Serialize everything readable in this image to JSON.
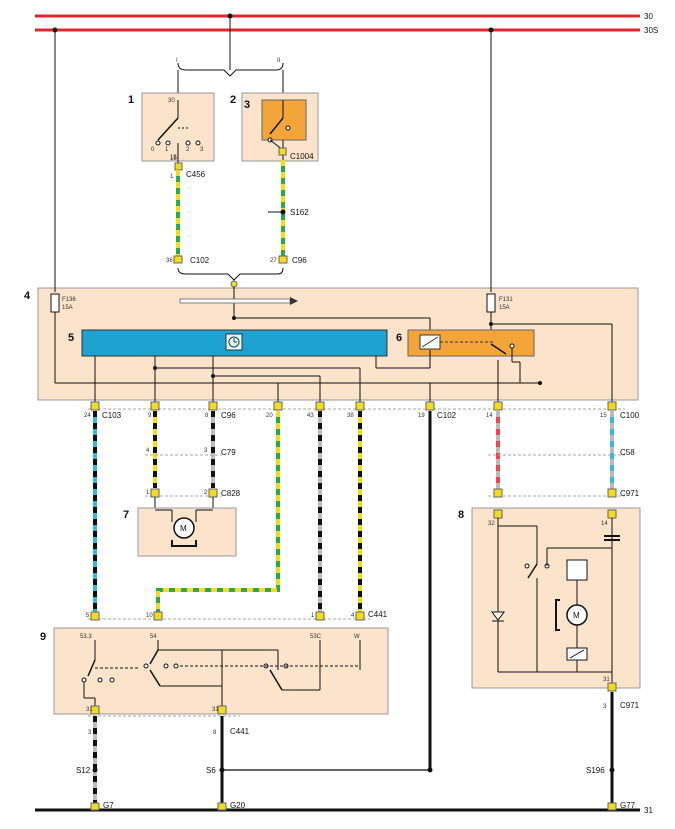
{
  "rails": {
    "top": "30",
    "second": "30S",
    "ground": "31"
  },
  "components": {
    "c1": "1",
    "c2": "2",
    "c3": "3",
    "c4": "4",
    "c5": "5",
    "c6": "6",
    "c7": "7",
    "c8": "8",
    "c9": "9"
  },
  "switch_labels": {
    "pos_i": "I",
    "pos_ii": "II",
    "contacts": [
      "30",
      "0",
      "1",
      "2",
      "3",
      "15"
    ]
  },
  "fuses": {
    "f136": "F136",
    "f136_rating": "15A",
    "f131": "F131",
    "f131_rating": "15A"
  },
  "connectors": {
    "c456": "C456",
    "c1004": "C1004",
    "s162": "S162",
    "c102": "C102",
    "c96": "C96",
    "c103": "C103",
    "c79": "C79",
    "c828": "C828",
    "c100": "C100",
    "c58": "C58",
    "c971": "C971",
    "c441": "C441",
    "s12": "S12",
    "s6": "S6",
    "s196": "S196",
    "g7": "G7",
    "g20": "G20",
    "g77": "G77"
  },
  "pins": {
    "p15": "15",
    "p1": "1",
    "p36": "36",
    "p27": "27",
    "p24": "24",
    "p9": "9",
    "p8": "8",
    "p20": "20",
    "p43": "43",
    "p38": "38",
    "p19": "19",
    "p14": "14",
    "p15b": "15",
    "p4": "4",
    "p3": "3",
    "p1b": "1",
    "p2": "2",
    "p32": "32",
    "p14b": "14",
    "p31": "31",
    "p3b": "3",
    "p5": "5",
    "p10": "10",
    "p1c": "1",
    "p4b": "4",
    "p31b": "31",
    "p31c": "31",
    "p3c": "3",
    "p8b": "8"
  },
  "terminals": {
    "t533": "53.3",
    "t54": "54",
    "t53c": "53C",
    "w": "W"
  },
  "motor_label": "M",
  "colors": {
    "supply": "#e3262d",
    "body": "#fbe3cc",
    "module_blue": "#1ea2d2",
    "relay_orange": "#f4a53a",
    "wire_green": "#2aa84a",
    "wire_yellow": "#f3dc1e",
    "wire_blue": "#35b7e8",
    "wire_red": "#f0464a",
    "wire_black": "#111111",
    "wire_grey": "#bbbbbb"
  }
}
